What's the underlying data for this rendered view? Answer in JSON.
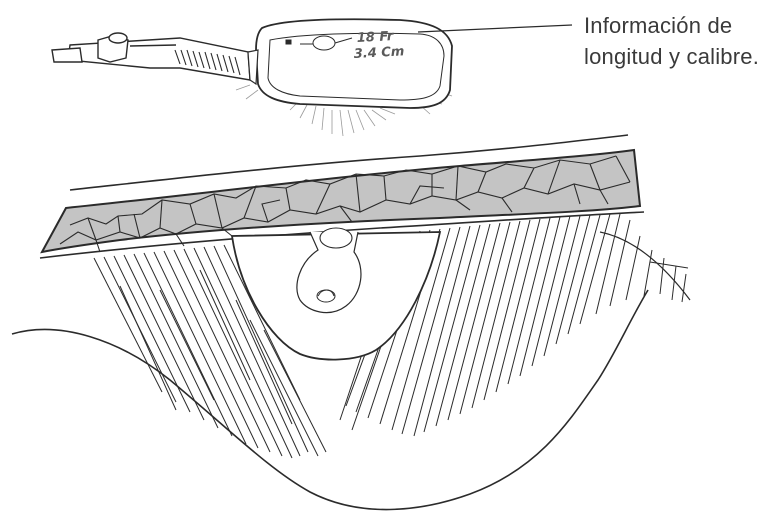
{
  "callout": {
    "line1": "Información de",
    "line2": "longitud y calibre."
  },
  "device": {
    "gauge_label": "18 Fr",
    "length_label": "3.4 Cm"
  },
  "colors": {
    "stroke": "#2b2b2b",
    "tissue_fill": "#c4c4c4",
    "device_fill": "#ffffff",
    "text": "#3a3a3a"
  }
}
